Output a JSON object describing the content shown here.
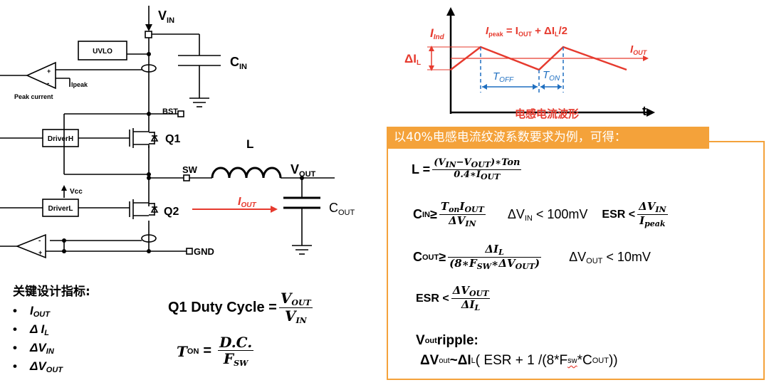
{
  "schematic": {
    "vin": "V",
    "vin_sub": "IN",
    "cin": "C",
    "cin_sub": "IN",
    "uvlo": "UVLO",
    "peak_current": "Peak current",
    "ipeak": "Ipeak",
    "bst": "BST",
    "driver_h": "DriverH",
    "q1": "Q1",
    "sw": "SW",
    "l": "L",
    "vout": "V",
    "vout_sub": "OUT",
    "vcc": "Vcc",
    "driver_l": "DriverL",
    "q2": "Q2",
    "iout": "I",
    "iout_sub": "OUT",
    "cout": "C",
    "cout_sub": "OUT",
    "gnd": "GND",
    "plus": "+",
    "minus": "-"
  },
  "waveform": {
    "i_ind": "I",
    "i_ind_sub": "Ind",
    "ipeak_eq_a": "I",
    "ipeak_eq_sub": "peak",
    "ipeak_eq_b": " = I",
    "ipeak_eq_sub2": "OUT",
    "ipeak_eq_c": " + ΔI",
    "ipeak_eq_sub3": "L",
    "ipeak_eq_d": "/2",
    "delta_il": "ΔI",
    "delta_il_sub": "L",
    "iout": "I",
    "iout_sub": "OUT",
    "toff": "T",
    "toff_sub": "OFF",
    "ton": "T",
    "ton_sub": "ON",
    "t": "t",
    "caption": "电感电流波形"
  },
  "indicators": {
    "title": "关键设计指标:",
    "items": [
      {
        "main": "I",
        "sub": "OUT"
      },
      {
        "main": "Δ I",
        "sub": "L"
      },
      {
        "main": "ΔV",
        "sub": "IN"
      },
      {
        "main": "ΔV",
        "sub": "OUT"
      }
    ],
    "bullet": "•"
  },
  "duty": {
    "label": "Q1 Duty Cycle =",
    "num": "V",
    "num_sub": "OUT",
    "den": "V",
    "den_sub": "IN"
  },
  "ton_eq": {
    "lhs": "T",
    "lhs_sub": "ON",
    "eq": "=",
    "num": "D.C.",
    "den": "F",
    "den_sub": "SW"
  },
  "panel": {
    "banner": "以40%电感电流纹波系数要求为例，可得：",
    "l_eq": {
      "lhs": "L =",
      "num": "(V",
      "num_s1": "IN",
      "num_m": "−V",
      "num_s2": "OUT",
      "num_e": ")∗Ton",
      "den": "0.4∗I",
      "den_s": "OUT"
    },
    "cin_eq": {
      "lhs": "C",
      "lhs_sub": "IN",
      "ge": " ≥",
      "num": "T",
      "num_s1": "on",
      "num_m": "I",
      "num_s2": "OUT",
      "den": "ΔV",
      "den_s": "IN",
      "cond": "ΔV",
      "cond_sub": "IN",
      "cond_val": " < 100mV",
      "esr": "ESR <",
      "esr_num": "ΔV",
      "esr_num_s": "IN",
      "esr_den": "I",
      "esr_den_s": "peak"
    },
    "cout_eq": {
      "lhs": "C",
      "lhs_sub": "OUT",
      "ge": " ≥",
      "num": "ΔI",
      "num_s": "L",
      "den": "(8∗F",
      "den_s1": "SW",
      "den_m": "∗ΔV",
      "den_s2": "OUT",
      "den_e": ")",
      "cond": "ΔV",
      "cond_sub": "OUT",
      "cond_val": " < 10mV"
    },
    "esr_eq": {
      "lhs": "ESR <",
      "num": "ΔV",
      "num_s": "OUT",
      "den": "ΔI",
      "den_s": "L"
    },
    "ripple": {
      "title": "V",
      "title_sub": "out",
      "title_rest": " ripple:",
      "l1": "ΔV",
      "l1_sub": "out",
      "l1_b": "~ΔI",
      "l1_sub2": "L",
      "l1_c": " ( ESR + 1 /(8*F",
      "l1_sub3": "sw",
      "l1_d": "*C",
      "l1_sub4": "OUT",
      "l1_e": "))"
    }
  },
  "colors": {
    "accent_orange": "#f4a23a",
    "red": "#e63a2e",
    "blue": "#1f6fc0"
  }
}
